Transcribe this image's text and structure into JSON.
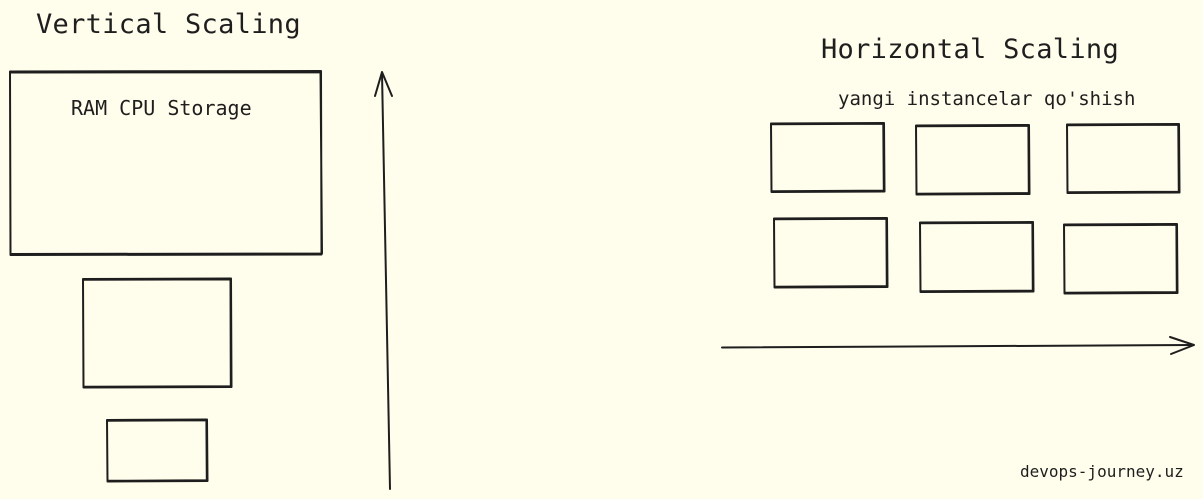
{
  "diagram": {
    "vertical": {
      "title": "Vertical Scaling",
      "large_box_label": "RAM CPU Storage"
    },
    "horizontal": {
      "title": "Horizontal Scaling",
      "subtitle": "yangi instancelar qo'shish"
    },
    "credit": "devops-journey.uz"
  },
  "colors": {
    "background": "#fffdeb",
    "ink": "#1e1e1e"
  }
}
